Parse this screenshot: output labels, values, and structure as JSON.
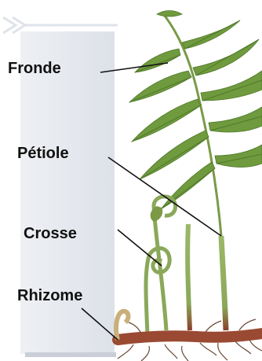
{
  "labels": {
    "fronde": "Fronde",
    "petiole": "Pétiole",
    "crosse": "Crosse",
    "rhizome": "Rhizome"
  },
  "colors": {
    "panel": "#e4e7ec",
    "panel_shadow": "#c9ced7",
    "leaf": "#6f9a3e",
    "leaf_dark": "#4f7a2a",
    "stem": "#8aa85a",
    "stem_base": "#8a3f2a",
    "rhizome": "#9a4a32",
    "root": "#6b4a36",
    "leader": "#111111"
  },
  "icons": {
    "watermark": "double-chevron-right-icon"
  }
}
